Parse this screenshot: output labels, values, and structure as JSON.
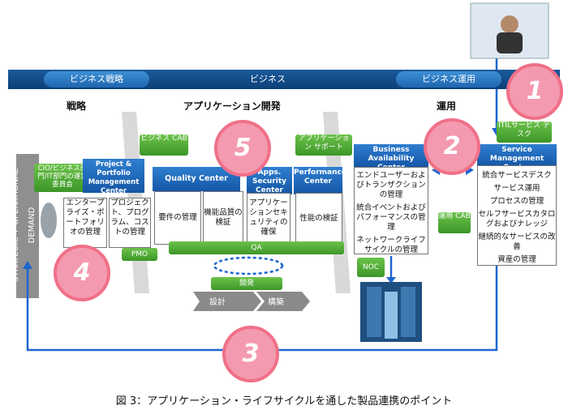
{
  "banner": {
    "left_pill": "ビジネス戦略",
    "center": "ビジネス",
    "right_pill": "ビジネス運用"
  },
  "phases": {
    "strategy": "戦略",
    "app_dev": "アプリケーション開発",
    "operations": "運用"
  },
  "side_label": "STRATEGIC + OPERATIONAL DEMAND",
  "labels": {
    "cio_committee": "CIO/ビジネス部門/IT部門の運営委員会",
    "ppm_center": "Project & Portfolio Management Center",
    "business_cab": "ビジネス CAB",
    "quality_center": "Quality Center",
    "apps_security_center": "Apps. Security Center",
    "performance_center": "Performance Center",
    "app_support": "アプリケーション サポート",
    "bac": "Business Availability Center",
    "itil_desk": "ITILサービス デスク",
    "service_mgmt_center": "Service Management Center",
    "pmo": "PMO",
    "qa": "QA",
    "noc": "NOC",
    "ops_cab": "運用 CAB",
    "dev": "開発",
    "design": "設計",
    "build": "構築"
  },
  "boxes": {
    "enterprise_portfolio": "エンタープライズ・ポートフォリオの管理",
    "project_cost": "プロジェクト、プログラム、コストの管理",
    "requirements": "要件の管理",
    "functional_quality": "機能品質の検証",
    "app_security": "アプリケーションセキュリティの確保",
    "performance": "性能の検証"
  },
  "bac_items": [
    "エンドユーザーおよびトランザクションの管理",
    "統合イベントおよびパフォーマンスの管理",
    "ネットワークライフサイクルの管理"
  ],
  "smc_items": [
    "統合サービスデスク",
    "サービス運用",
    "プロセスの管理",
    "セルフサービスカタログおよびナレッジ",
    "継続的なサービスの改善",
    "資産の管理"
  ],
  "circles": {
    "one": "1",
    "two": "2",
    "three": "3",
    "four": "4",
    "five": "5"
  },
  "caption": "図 3：アプリケーション・ライフサイクルを通した製品連携のポイント",
  "colors": {
    "banner": "#0d3f78",
    "header_blue": "#1f66b0",
    "green": "#4aa32e",
    "circle": "#f49ab0",
    "connector": "#1e66d0"
  }
}
